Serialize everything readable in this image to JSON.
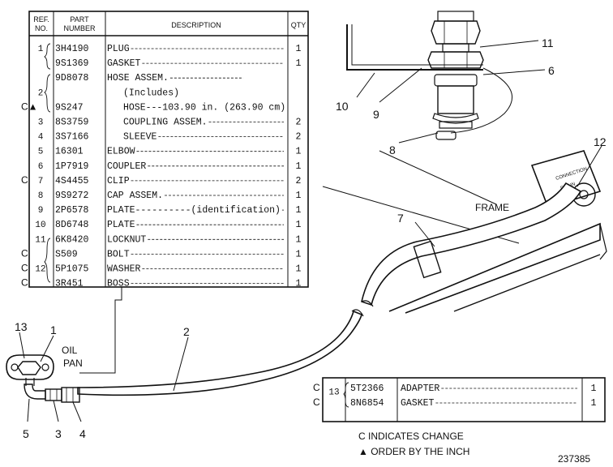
{
  "parts_table": {
    "headers": {
      "ref": [
        "REF.",
        "NO."
      ],
      "part": [
        "PART",
        "NUMBER"
      ],
      "desc": "DESCRIPTION",
      "qty": "QTY"
    },
    "rows": [
      {
        "c": "",
        "ref": "1",
        "part": "3H4190",
        "desc": "PLUG",
        "qty": "1"
      },
      {
        "c": "",
        "ref": "",
        "part": "9S1369",
        "desc": "GASKET",
        "qty": "1"
      },
      {
        "c": "",
        "ref": "",
        "part": "9D8078",
        "desc": "HOSE ASSEM.",
        "qty": ""
      },
      {
        "c": "",
        "ref": "2",
        "part": "",
        "desc": "(Includes)",
        "qty": ""
      },
      {
        "c": "C▲",
        "ref": "",
        "part": "9S247",
        "desc": "HOSE---103.90 in. (263.90 cm)",
        "qty": ""
      },
      {
        "c": "",
        "ref": "3",
        "part": "8S3759",
        "desc": "COUPLING ASSEM.",
        "qty": "2"
      },
      {
        "c": "",
        "ref": "4",
        "part": "3S7166",
        "desc": "SLEEVE",
        "qty": "2"
      },
      {
        "c": "",
        "ref": "5",
        "part": "16301",
        "desc": "ELBOW",
        "qty": "1"
      },
      {
        "c": "",
        "ref": "6",
        "part": "1P7919",
        "desc": "COUPLER",
        "qty": "1"
      },
      {
        "c": "C",
        "ref": "7",
        "part": "4S4455",
        "desc": "CLIP",
        "qty": "2"
      },
      {
        "c": "",
        "ref": "8",
        "part": "9S9272",
        "desc": "CAP ASSEM.",
        "qty": "1"
      },
      {
        "c": "",
        "ref": "9",
        "part": "2P6578",
        "desc": "PLATE----------(identification)",
        "qty": "1"
      },
      {
        "c": "",
        "ref": "10",
        "part": "8D6748",
        "desc": "PLATE",
        "qty": "1"
      },
      {
        "c": "",
        "ref": "11",
        "part": "6K8420",
        "desc": "LOCKNUT",
        "qty": "1"
      },
      {
        "c": "C",
        "ref": "",
        "part": "S509",
        "desc": "BOLT",
        "qty": "1"
      },
      {
        "c": "C",
        "ref": "12",
        "part": "5P1075",
        "desc": "WASHER",
        "qty": "1"
      },
      {
        "c": "C",
        "ref": "",
        "part": "3R451",
        "desc": "BOSS",
        "qty": "1"
      }
    ]
  },
  "adapter_table": {
    "rows": [
      {
        "c": "C",
        "ref": "13",
        "part": "5T2366",
        "desc": "ADAPTER",
        "qty": "1"
      },
      {
        "c": "C",
        "ref": "",
        "part": "8N6854",
        "desc": "GASKET",
        "qty": "1"
      }
    ]
  },
  "callouts": {
    "n1": "1",
    "n2": "2",
    "n3": "3",
    "n4": "4",
    "n5": "5",
    "n6": "6",
    "n7": "7",
    "n8": "8",
    "n9": "9",
    "n10": "10",
    "n11": "11",
    "n12": "12",
    "n13": "13"
  },
  "labels": {
    "oil": "OIL",
    "pan": "PAN",
    "frame": "FRAME",
    "plate_text_1": "CONNECTION",
    "plate_text_2": "DRAIN"
  },
  "legend": {
    "line1": "C  INDICATES CHANGE",
    "line2": "▲ ORDER BY THE INCH"
  },
  "figure_number": "237385"
}
